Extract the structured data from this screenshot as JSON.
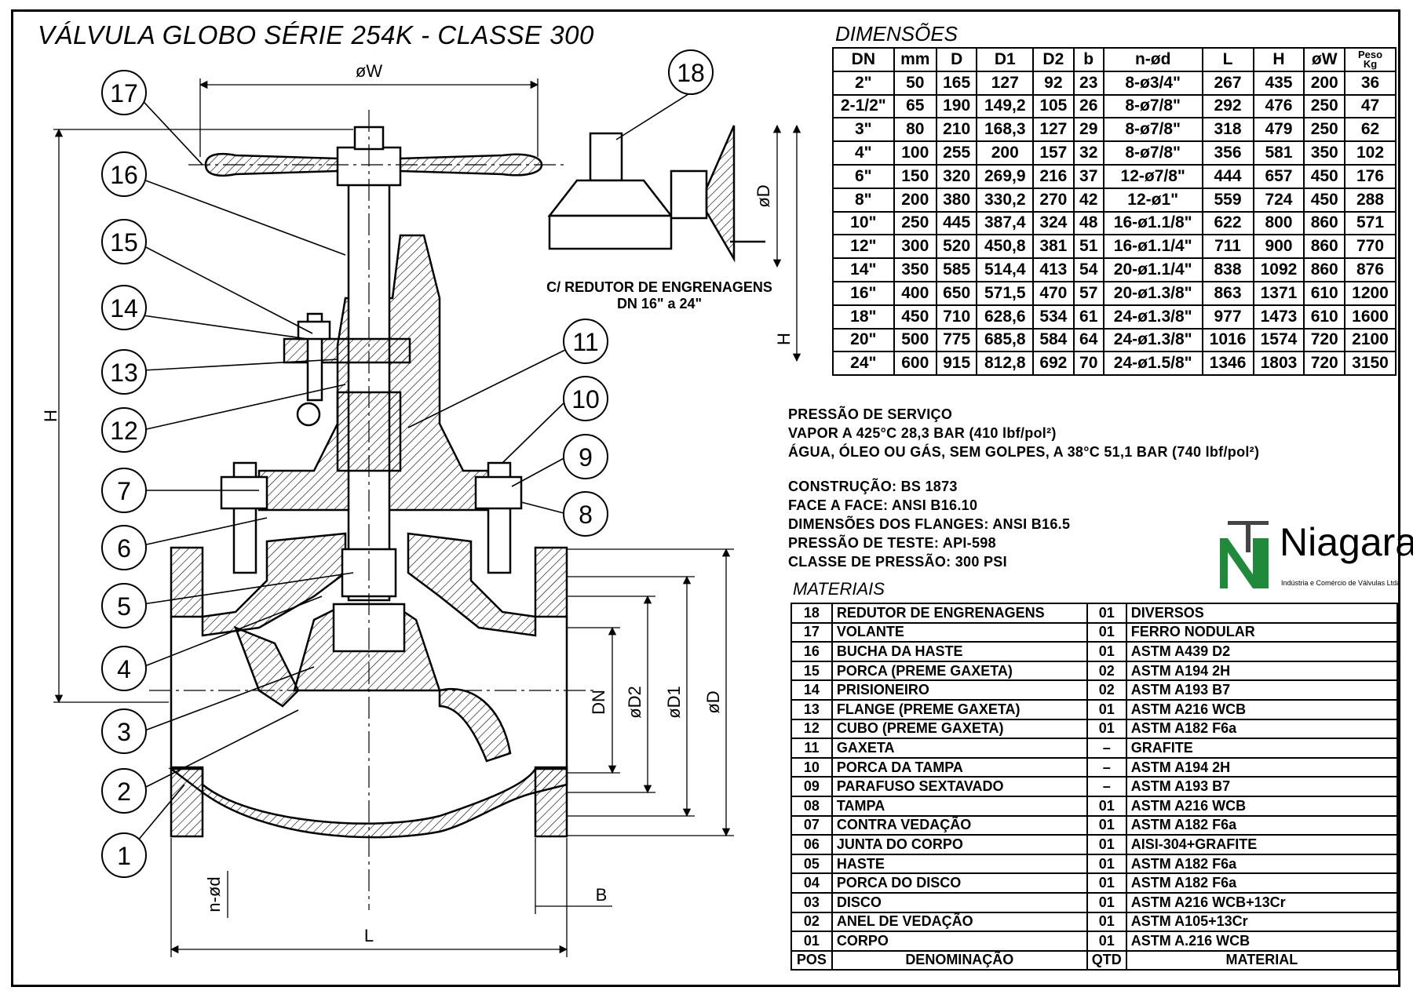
{
  "title": "VÁLVULA GLOBO SÉRIE 254K - CLASSE 300",
  "dimensions": {
    "title": "DIMENSÕES",
    "headers": [
      "DN",
      "mm",
      "D",
      "D1",
      "D2",
      "b",
      "n-ød",
      "L",
      "H",
      "øW"
    ],
    "peso_header": {
      "top": "Peso",
      "bottom": "Kg"
    },
    "rows": [
      [
        "2\"",
        "50",
        "165",
        "127",
        "92",
        "23",
        "8-ø3/4\"",
        "267",
        "435",
        "200",
        "36"
      ],
      [
        "2-1/2\"",
        "65",
        "190",
        "149,2",
        "105",
        "26",
        "8-ø7/8\"",
        "292",
        "476",
        "250",
        "47"
      ],
      [
        "3\"",
        "80",
        "210",
        "168,3",
        "127",
        "29",
        "8-ø7/8\"",
        "318",
        "479",
        "250",
        "62"
      ],
      [
        "4\"",
        "100",
        "255",
        "200",
        "157",
        "32",
        "8-ø7/8\"",
        "356",
        "581",
        "350",
        "102"
      ],
      [
        "6\"",
        "150",
        "320",
        "269,9",
        "216",
        "37",
        "12-ø7/8\"",
        "444",
        "657",
        "450",
        "176"
      ],
      [
        "8\"",
        "200",
        "380",
        "330,2",
        "270",
        "42",
        "12-ø1\"",
        "559",
        "724",
        "450",
        "288"
      ],
      [
        "10\"",
        "250",
        "445",
        "387,4",
        "324",
        "48",
        "16-ø1.1/8\"",
        "622",
        "800",
        "860",
        "571"
      ],
      [
        "12\"",
        "300",
        "520",
        "450,8",
        "381",
        "51",
        "16-ø1.1/4\"",
        "711",
        "900",
        "860",
        "770"
      ],
      [
        "14\"",
        "350",
        "585",
        "514,4",
        "413",
        "54",
        "20-ø1.1/4\"",
        "838",
        "1092",
        "860",
        "876"
      ],
      [
        "16\"",
        "400",
        "650",
        "571,5",
        "470",
        "57",
        "20-ø1.3/8\"",
        "863",
        "1371",
        "610",
        "1200"
      ],
      [
        "18\"",
        "450",
        "710",
        "628,6",
        "534",
        "61",
        "24-ø1.3/8\"",
        "977",
        "1473",
        "610",
        "1600"
      ],
      [
        "20\"",
        "500",
        "775",
        "685,8",
        "584",
        "64",
        "24-ø1.3/8\"",
        "1016",
        "1574",
        "720",
        "2100"
      ],
      [
        "24\"",
        "600",
        "915",
        "812,8",
        "692",
        "70",
        "24-ø1.5/8\"",
        "1346",
        "1803",
        "720",
        "3150"
      ]
    ]
  },
  "specs": {
    "service_pressure_title": "PRESSÃO DE SERVIÇO",
    "steam": "VAPOR A 425°C 28,3 BAR (410 lbf/pol²)",
    "water": "ÁGUA, ÓLEO OU GÁS, SEM GOLPES, A 38°C 51,1 BAR (740 lbf/pol²)",
    "construction": "CONSTRUÇÃO: BS 1873",
    "face_to_face": "FACE A FACE: ANSI B16.10",
    "flange_dims": "DIMENSÕES DOS FLANGES: ANSI B16.5",
    "test_pressure": "PRESSÃO DE TESTE: API-598",
    "pressure_class": "CLASSE DE PRESSÃO: 300 PSI"
  },
  "logo": {
    "name": "Niagara",
    "subtitle": "Indústria e Comércio de Válvulas Ltda",
    "green": "#1f8a3a"
  },
  "materials": {
    "title": "MATERIAIS",
    "headers": [
      "POS",
      "DENOMINAÇÃO",
      "QTD",
      "MATERIAL"
    ],
    "rows": [
      [
        "18",
        "REDUTOR DE ENGRENAGENS",
        "01",
        "DIVERSOS"
      ],
      [
        "17",
        "VOLANTE",
        "01",
        "FERRO NODULAR"
      ],
      [
        "16",
        "BUCHA DA HASTE",
        "01",
        "ASTM A439 D2"
      ],
      [
        "15",
        "PORCA (PREME GAXETA)",
        "02",
        "ASTM A194 2H"
      ],
      [
        "14",
        "PRISIONEIRO",
        "02",
        "ASTM A193 B7"
      ],
      [
        "13",
        "FLANGE (PREME GAXETA)",
        "01",
        "ASTM A216 WCB"
      ],
      [
        "12",
        "CUBO (PREME GAXETA)",
        "01",
        "ASTM A182 F6a"
      ],
      [
        "11",
        "GAXETA",
        "–",
        "GRAFITE"
      ],
      [
        "10",
        "PORCA DA TAMPA",
        "–",
        "ASTM A194 2H"
      ],
      [
        "09",
        "PARAFUSO SEXTAVADO",
        "–",
        "ASTM A193 B7"
      ],
      [
        "08",
        "TAMPA",
        "01",
        "ASTM A216 WCB"
      ],
      [
        "07",
        "CONTRA VEDAÇÃO",
        "01",
        "ASTM A182 F6a"
      ],
      [
        "06",
        "JUNTA DO CORPO",
        "01",
        "AISI-304+GRAFITE"
      ],
      [
        "05",
        "HASTE",
        "01",
        "ASTM A182 F6a"
      ],
      [
        "04",
        "PORCA DO DISCO",
        "01",
        "ASTM A182 F6a"
      ],
      [
        "03",
        "DISCO",
        "01",
        "ASTM A216 WCB+13Cr"
      ],
      [
        "02",
        "ANEL DE VEDAÇÃO",
        "01",
        "ASTM A105+13Cr"
      ],
      [
        "01",
        "CORPO",
        "01",
        "ASTM A.216 WCB"
      ]
    ]
  },
  "gear_caption": {
    "line1": "C/ REDUTOR DE ENGRENAGENS",
    "line2": "DN 16\" a 24\""
  },
  "drawing_labels": {
    "w": "øW",
    "h": "H",
    "dn": "DN",
    "d2": "øD2",
    "d1": "øD1",
    "d": "øD",
    "nd": "n-ød",
    "b": "B",
    "l": "L",
    "gear_d": "øD",
    "gear_h": "H"
  },
  "callouts": [
    "17",
    "16",
    "15",
    "14",
    "13",
    "12",
    "7",
    "6",
    "5",
    "4",
    "3",
    "2",
    "1",
    "18",
    "11",
    "10",
    "9",
    "8"
  ]
}
